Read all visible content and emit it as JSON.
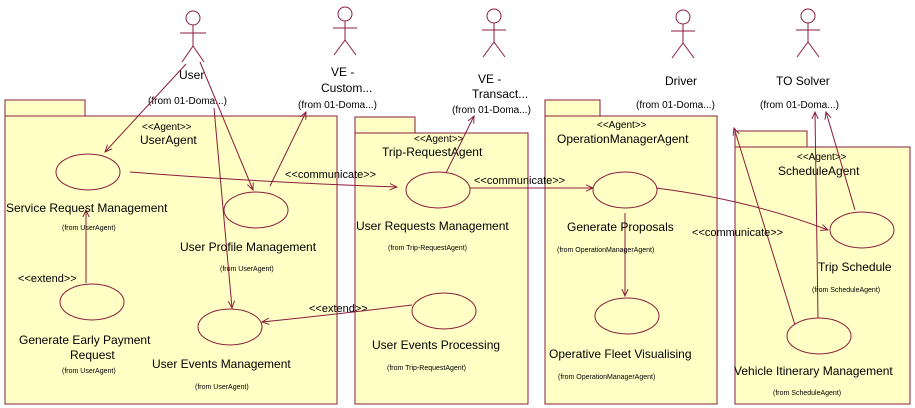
{
  "actors": {
    "user": {
      "name": "User",
      "from": "(from 01-Doma...)"
    },
    "ve_custom": {
      "name1": "VE -",
      "name2": "Custom...",
      "from": "(from 01-Doma...)"
    },
    "ve_transact": {
      "name1": "VE -",
      "name2": "Transact...",
      "from": "(from 01-Doma...)"
    },
    "driver": {
      "name": "Driver",
      "from": "(from 01-Doma...)"
    },
    "to_solver": {
      "name": "TO Solver",
      "from": "(from 01-Doma...)"
    }
  },
  "packages": {
    "user_agent": {
      "stereotype": "<<Agent>>",
      "name": "UserAgent"
    },
    "trip_request_agent": {
      "stereotype": "<<Agent>>",
      "name": "Trip-RequestAgent"
    },
    "operation_manager_agent": {
      "stereotype": "<<Agent>>",
      "name": "OperationManagerAgent"
    },
    "schedule_agent": {
      "stereotype": "<<Agent>>",
      "name": "ScheduleAgent"
    }
  },
  "use_cases": {
    "service_request_management": {
      "name": "Service Request Management",
      "from": "(from UserAgent)"
    },
    "user_profile_management": {
      "name": "User Profile Management",
      "from": "(from UserAgent)"
    },
    "generate_early_payment_request": {
      "name1": "Generate Early Payment",
      "name2": "Request",
      "from": "(from UserAgent)"
    },
    "user_events_management": {
      "name": "User Events Management",
      "from": "(from UserAgent)"
    },
    "user_requests_management": {
      "name": "User Requests Management",
      "from": "(from Trip-RequestAgent)"
    },
    "user_events_processing": {
      "name": "User Events Processing",
      "from": "(from Trip-RequestAgent)"
    },
    "generate_proposals": {
      "name": "Generate Proposals",
      "from": "(from OperationManagerAgent)"
    },
    "operative_fleet_visualising": {
      "name": "Operative Fleet Visualising",
      "from": "(from OperationManagerAgent)"
    },
    "trip_schedule": {
      "name": "Trip Schedule",
      "from": "(from ScheduleAgent)"
    },
    "vehicle_itinerary_management": {
      "name": "Vehicle Itinerary Management",
      "from": "(from ScheduleAgent)"
    }
  },
  "relations": {
    "communicate": "<<communicate>>",
    "extend": "<<extend>>"
  },
  "colors": {
    "fill": "#ffffc6",
    "stroke": "#8b1c3c"
  }
}
